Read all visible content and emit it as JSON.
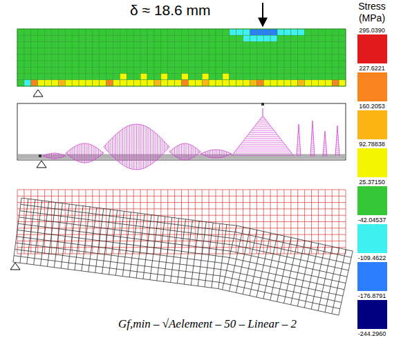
{
  "diagram": {
    "caption": "Gf,min – √Aelement – 50 – Linear – 2",
    "labels": [
      "δ ≈ 18.6 mm",
      "Stress (MPa)",
      "-244.2960"
    ],
    "legend": [
      {
        "text": "295.0390",
        "color": "#e31a1c"
      },
      {
        "text": "227.6221",
        "color": "#f7841f"
      },
      {
        "text": "160.2053",
        "color": "#fdb515"
      },
      {
        "text": "92.78838",
        "color": "#f5f500"
      },
      {
        "text": "25.37150",
        "color": "#37c837"
      },
      {
        "text": "-42.04537",
        "color": "#3ef0f0"
      },
      {
        "text": "-109.4622",
        "color": "#2d7dff"
      },
      {
        "text": "-176.8791",
        "color": "#000080"
      }
    ]
  }
}
